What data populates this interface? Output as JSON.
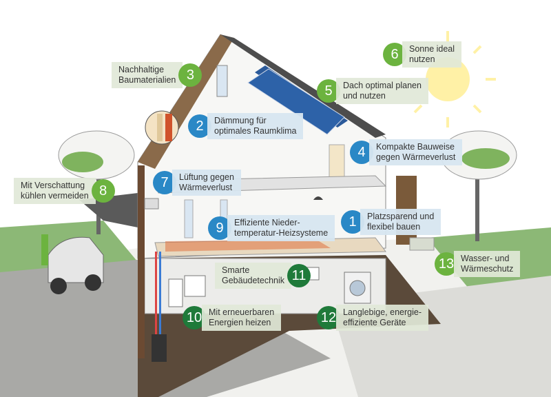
{
  "colors": {
    "green": "#6cb33f",
    "blue": "#2a88c6",
    "darkgreen": "#1f7a3a",
    "roof": "#5a5a5a",
    "sun": "#fff1a6"
  },
  "callouts": [
    {
      "num": "1",
      "text": "Platzsparend und\nflexibel bauen",
      "color": "#2a88c6",
      "side": "right"
    },
    {
      "num": "2",
      "text": "Dämmung für\noptimales Raumklima",
      "color": "#2a88c6",
      "side": "right"
    },
    {
      "num": "3",
      "text": "Nachhaltige\nBaumaterialien",
      "color": "#6cb33f",
      "side": "left"
    },
    {
      "num": "4",
      "text": "Kompakte Bauweise\ngegen Wärmeverlust",
      "color": "#2a88c6",
      "side": "right"
    },
    {
      "num": "5",
      "text": "Dach optimal planen\nund nutzen",
      "color": "#6cb33f",
      "side": "right"
    },
    {
      "num": "6",
      "text": "Sonne ideal\nnutzen",
      "color": "#6cb33f",
      "side": "right"
    },
    {
      "num": "7",
      "text": "Lüftung gegen\nWärmeverlust",
      "color": "#2a88c6",
      "side": "right"
    },
    {
      "num": "8",
      "text": "Mit Verschattung\nkühlen vermeiden",
      "color": "#6cb33f",
      "side": "left"
    },
    {
      "num": "9",
      "text": "Effiziente Nieder-\ntemperatur-Heizsysteme",
      "color": "#2a88c6",
      "side": "right"
    },
    {
      "num": "10",
      "text": "Mit erneuerbaren\nEnergien heizen",
      "color": "#1f7a3a",
      "side": "right"
    },
    {
      "num": "11",
      "text": "Smarte\nGebäudetechnik",
      "color": "#1f7a3a",
      "side": "left"
    },
    {
      "num": "12",
      "text": "Langlebige, energie-\neffiziente Geräte",
      "color": "#1f7a3a",
      "side": "right"
    },
    {
      "num": "13",
      "text": "Wasser- und\nWärmeschutz",
      "color": "#6cb33f",
      "side": "right"
    }
  ]
}
